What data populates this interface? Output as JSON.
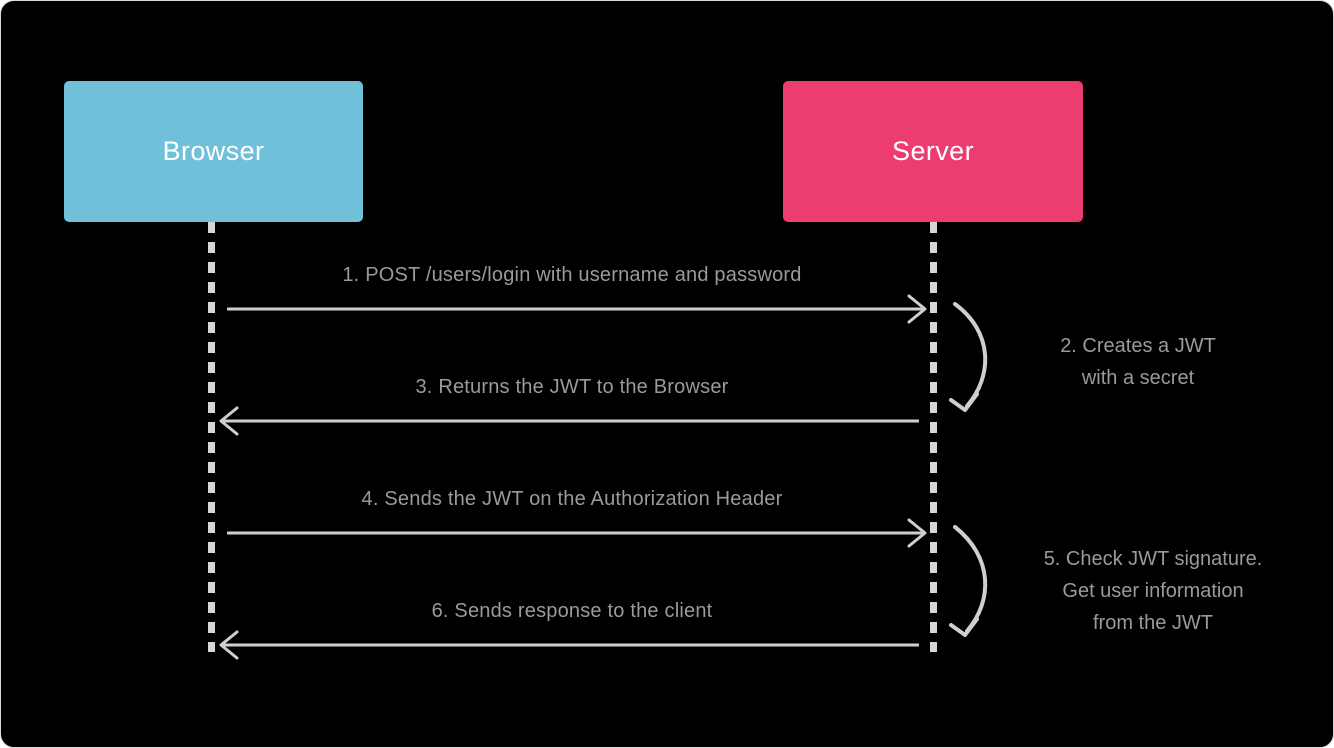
{
  "diagram": {
    "title": "JWT authentication sequence diagram",
    "background_color": "#000000",
    "frame_border_color": "#d9d9d9",
    "lifeline_color": "#d6d6d6",
    "arrow_color": "#cfcfcf",
    "label_color": "#9a9a9a"
  },
  "participants": [
    {
      "id": "browser",
      "label": "Browser",
      "color": "#6FC0D8",
      "text_color": "#ffffff"
    },
    {
      "id": "server",
      "label": "Server",
      "color": "#EC3C70",
      "text_color": "#ffffff"
    }
  ],
  "messages": [
    {
      "number": "1",
      "label": "1. POST /users/login with username and password",
      "from": "browser",
      "to": "server",
      "direction": "right"
    },
    {
      "number": "3",
      "label": "3. Returns the JWT to the Browser",
      "from": "server",
      "to": "browser",
      "direction": "left"
    },
    {
      "number": "4",
      "label": "4. Sends the JWT on the Authorization Header",
      "from": "browser",
      "to": "server",
      "direction": "right"
    },
    {
      "number": "6",
      "label": "6. Sends response to the client",
      "from": "server",
      "to": "browser",
      "direction": "left"
    }
  ],
  "self_messages": [
    {
      "number": "2",
      "on": "server",
      "lines": [
        "2. Creates a JWT",
        "with a secret"
      ],
      "line1": "2. Creates a JWT",
      "line2": "with a secret",
      "line3": ""
    },
    {
      "number": "5",
      "on": "server",
      "lines": [
        "5. Check JWT signature.",
        "Get user information",
        "from the JWT"
      ],
      "line1": "5. Check JWT signature.",
      "line2": "Get user information",
      "line3": "from the JWT"
    }
  ]
}
